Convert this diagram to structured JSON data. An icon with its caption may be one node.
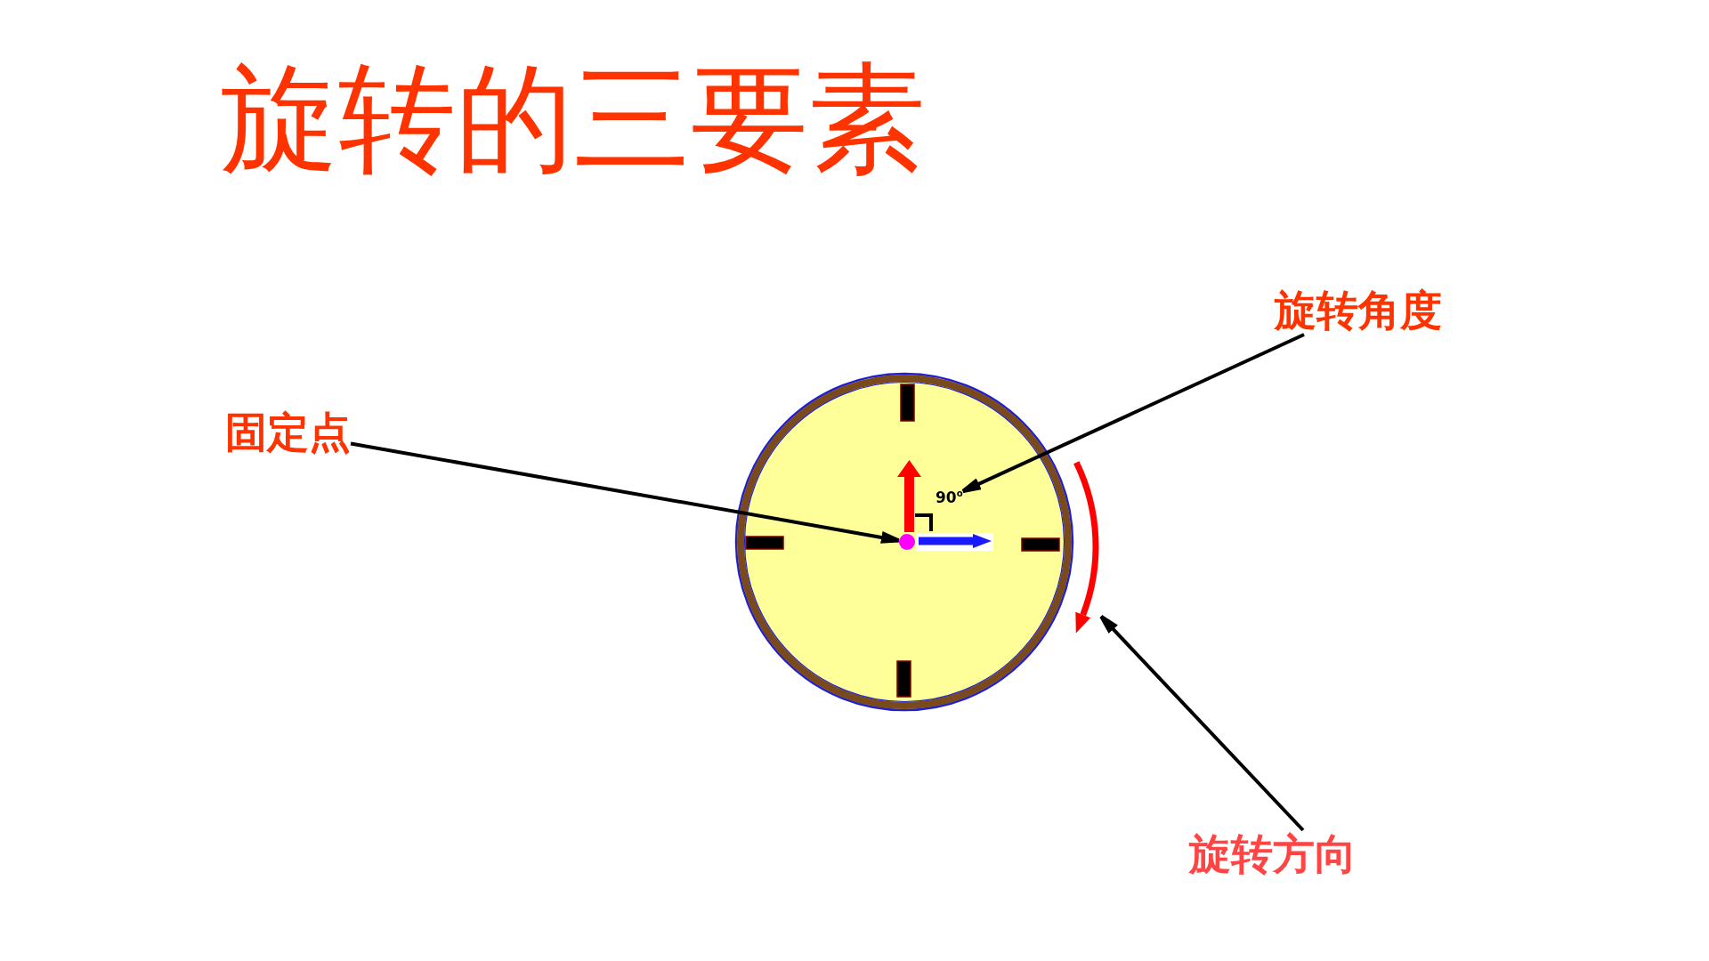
{
  "diagram": {
    "title": "旋转的三要素",
    "nodes": [
      {
        "text": [
          "旋转角度"
        ]
      },
      {
        "text": [
          "固定点"
        ]
      },
      {
        "text": [
          "90$^{o}$"
        ]
      },
      {
        "text": [],
        "shape": "circle"
      },
      {
        "text": [],
        "shape": "arrow"
      },
      {
        "text": [
          "旋转方向"
        ]
      }
    ],
    "edges": [
      {
        "from": 0,
        "to": 2,
        "arrow": "to"
      },
      {
        "from": 1,
        "to": 3,
        "arrow": "to"
      },
      {
        "from": 5,
        "to": 4,
        "arrow": "to"
      }
    ]
  }
}
